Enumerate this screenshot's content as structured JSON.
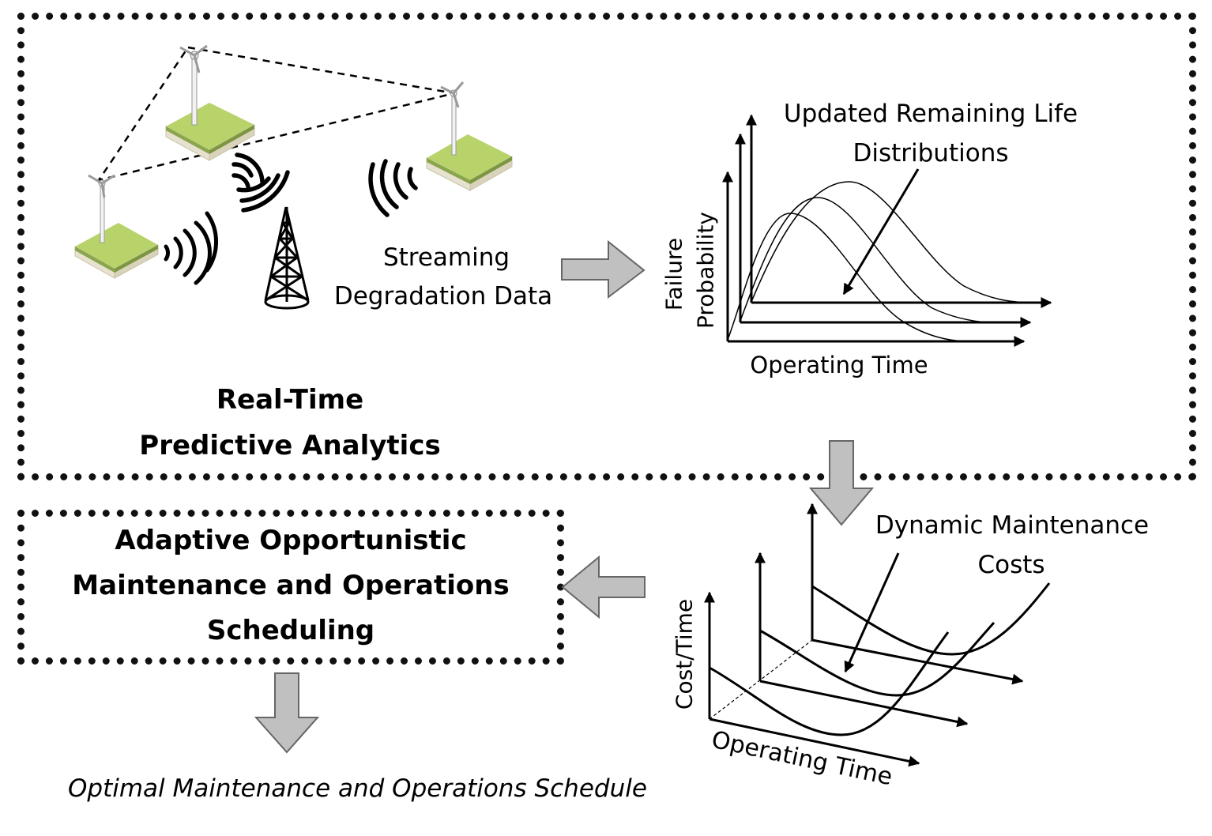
{
  "top_panel": {
    "title_line1": "Real-Time",
    "title_line2": "Predictive Analytics",
    "stream_line1": "Streaming",
    "stream_line2": "Degradation Data",
    "chart1": {
      "annotation_line1": "Updated Remaining Life",
      "annotation_line2": "Distributions",
      "ylabel_line1": "Failure",
      "ylabel_line2": "Probability",
      "xlabel": "Operating Time"
    }
  },
  "scheduling_box": {
    "line1": "Adaptive Opportunistic",
    "line2": "Maintenance and Operations",
    "line3": "Scheduling"
  },
  "chart2": {
    "annotation_line1": "Dynamic Maintenance",
    "annotation_line2": "Costs",
    "ylabel": "Cost/Time",
    "xlabel": "Operating Time"
  },
  "output_label": "Optimal Maintenance and Operations Schedule",
  "colors": {
    "arrow_fill": "#c0c0c0",
    "arrow_stroke": "#666666",
    "grass_top": "#b7d36a",
    "grass_side": "#8aa64a",
    "soil_side": "#e7e2cf"
  }
}
